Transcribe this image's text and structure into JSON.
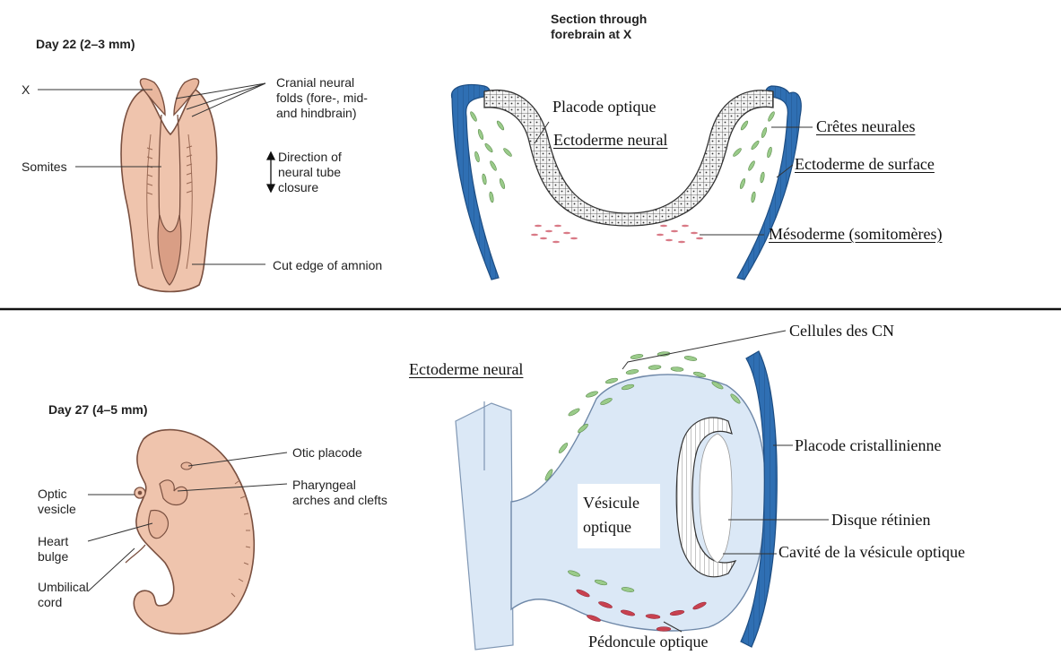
{
  "top_left": {
    "title": "Day 22 (2–3 mm)",
    "x_marker": "X",
    "cranial_folds": "Cranial neural\nfolds (fore-, mid-\nand hindbrain)",
    "direction": "Direction of\nneural tube\nclosure",
    "somites": "Somites",
    "cut_edge": "Cut edge of amnion"
  },
  "top_right": {
    "section_title": "Section through\nforebrain at X",
    "placode_optique": "Placode optique",
    "ectoderme_neural": "Ectoderme neural",
    "cretes_neurales": "Crêtes neurales",
    "ectoderme_surface": "Ectoderme de surface",
    "mesoderme": "Mésoderme (somitomères)"
  },
  "bottom_left": {
    "title": "Day 27 (4–5 mm)",
    "otic_placode": "Otic placode",
    "pharyngeal": "Pharyngeal\narches and clefts",
    "optic_vesicle": "Optic\nvesicle",
    "heart_bulge": "Heart\nbulge",
    "umbilical_cord": "Umbilical\ncord"
  },
  "bottom_right": {
    "cellules_cn": "Cellules des CN",
    "ectoderme_neural": "Ectoderme neural",
    "placode_cristallinienne": "Placode cristallinienne",
    "vesicule_optique": "Vésicule\noptique",
    "disque_retinien": "Disque rétinien",
    "cavite": "Cavité de la vésicule optique",
    "pedoncule": "Pédoncule optique"
  },
  "colors": {
    "embryo_fill": "#efc4ad",
    "embryo_stroke": "#7a5040",
    "surface_ectoderm": "#2f6fb3",
    "neural_crest": "#9acb8a",
    "mesoderm": "#d97a86",
    "vesicle_fill": "#dbe8f6",
    "divider": "#111111"
  }
}
